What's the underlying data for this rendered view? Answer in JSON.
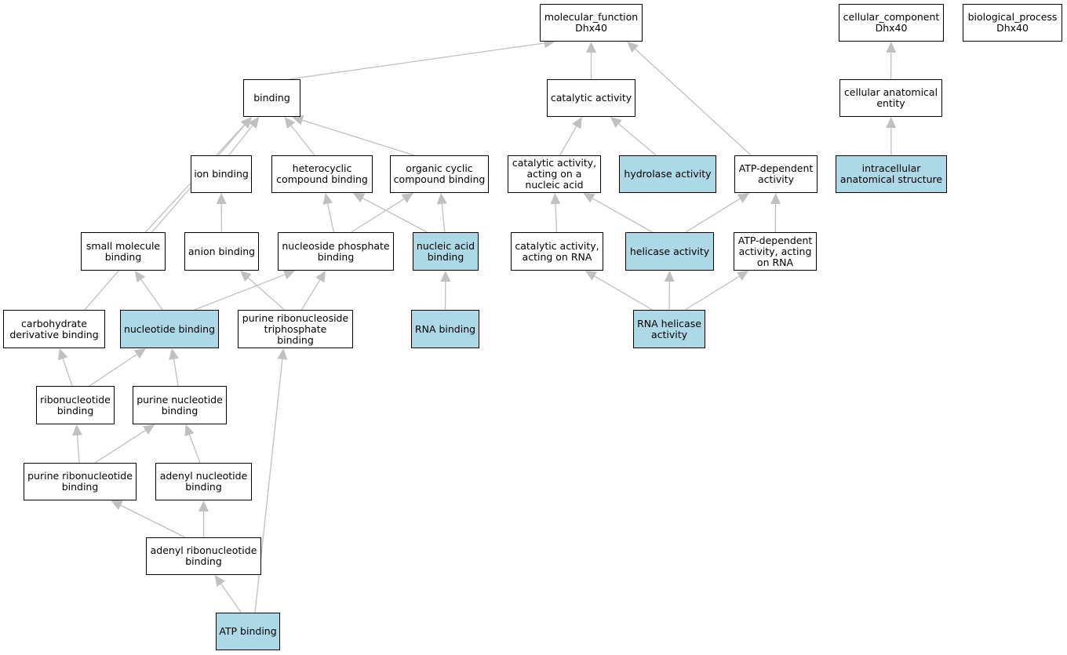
{
  "colors": {
    "highlight": "#add8e6",
    "node": "#ffffff",
    "edge": "#c0c0c0",
    "border": "#000000"
  },
  "nodes": [
    {
      "id": "mf",
      "label": "molecular_function\nDhx40",
      "highlight": false
    },
    {
      "id": "cc",
      "label": "cellular_component\nDhx40",
      "highlight": false
    },
    {
      "id": "bp",
      "label": "biological_process\nDhx40",
      "highlight": false
    },
    {
      "id": "binding",
      "label": "binding",
      "highlight": false
    },
    {
      "id": "catalytic",
      "label": "catalytic activity",
      "highlight": false
    },
    {
      "id": "cae",
      "label": "cellular anatomical\nentity",
      "highlight": false
    },
    {
      "id": "ion",
      "label": "ion binding",
      "highlight": false
    },
    {
      "id": "hetero",
      "label": "heterocyclic\ncompound binding",
      "highlight": false
    },
    {
      "id": "organic",
      "label": "organic cyclic\ncompound binding",
      "highlight": false
    },
    {
      "id": "cat_nucleic",
      "label": "catalytic activity,\nacting on a\nnucleic acid",
      "highlight": false
    },
    {
      "id": "hydrolase",
      "label": "hydrolase activity",
      "highlight": true
    },
    {
      "id": "atpdep",
      "label": "ATP-dependent\nactivity",
      "highlight": false
    },
    {
      "id": "ias",
      "label": "intracellular\nanatomical structure",
      "highlight": true
    },
    {
      "id": "smallmol",
      "label": "small molecule\nbinding",
      "highlight": false
    },
    {
      "id": "anion",
      "label": "anion binding",
      "highlight": false
    },
    {
      "id": "nucphos",
      "label": "nucleoside phosphate\nbinding",
      "highlight": false
    },
    {
      "id": "nucacid",
      "label": "nucleic acid\nbinding",
      "highlight": true
    },
    {
      "id": "cat_rna",
      "label": "catalytic activity,\nacting on RNA",
      "highlight": false
    },
    {
      "id": "helicase",
      "label": "helicase activity",
      "highlight": true
    },
    {
      "id": "atpdep_rna",
      "label": "ATP-dependent\nactivity, acting\non RNA",
      "highlight": false
    },
    {
      "id": "carbo",
      "label": "carbohydrate\nderivative binding",
      "highlight": false
    },
    {
      "id": "nucbind",
      "label": "nucleotide binding",
      "highlight": true
    },
    {
      "id": "prntp",
      "label": "purine ribonucleoside\ntriphosphate\nbinding",
      "highlight": false
    },
    {
      "id": "rnabind",
      "label": "RNA binding",
      "highlight": true
    },
    {
      "id": "rnahel",
      "label": "RNA helicase\nactivity",
      "highlight": true
    },
    {
      "id": "ribonuc",
      "label": "ribonucleotide\nbinding",
      "highlight": false
    },
    {
      "id": "purnuc",
      "label": "purine nucleotide\nbinding",
      "highlight": false
    },
    {
      "id": "purribo",
      "label": "purine ribonucleotide\nbinding",
      "highlight": false
    },
    {
      "id": "adenyl",
      "label": "adenyl nucleotide\nbinding",
      "highlight": false
    },
    {
      "id": "adenylribo",
      "label": "adenyl ribonucleotide\nbinding",
      "highlight": false
    },
    {
      "id": "atp",
      "label": "ATP binding",
      "highlight": true
    }
  ],
  "edges": [
    [
      "binding",
      "mf"
    ],
    [
      "catalytic",
      "mf"
    ],
    [
      "atpdep",
      "mf"
    ],
    [
      "cae",
      "cc"
    ],
    [
      "ias",
      "cae"
    ],
    [
      "ion",
      "binding"
    ],
    [
      "hetero",
      "binding"
    ],
    [
      "organic",
      "binding"
    ],
    [
      "smallmol",
      "binding"
    ],
    [
      "carbo",
      "binding"
    ],
    [
      "cat_nucleic",
      "catalytic"
    ],
    [
      "hydrolase",
      "catalytic"
    ],
    [
      "anion",
      "ion"
    ],
    [
      "nucphos",
      "hetero"
    ],
    [
      "nucphos",
      "organic"
    ],
    [
      "nucacid",
      "hetero"
    ],
    [
      "nucacid",
      "organic"
    ],
    [
      "rnabind",
      "nucacid"
    ],
    [
      "cat_rna",
      "cat_nucleic"
    ],
    [
      "helicase",
      "cat_nucleic"
    ],
    [
      "helicase",
      "atpdep"
    ],
    [
      "atpdep_rna",
      "atpdep"
    ],
    [
      "rnahel",
      "cat_rna"
    ],
    [
      "rnahel",
      "helicase"
    ],
    [
      "rnahel",
      "atpdep_rna"
    ],
    [
      "nucbind",
      "smallmol"
    ],
    [
      "nucbind",
      "nucphos"
    ],
    [
      "prntp",
      "anion"
    ],
    [
      "prntp",
      "nucphos"
    ],
    [
      "ribonuc",
      "carbo"
    ],
    [
      "ribonuc",
      "nucbind"
    ],
    [
      "purnuc",
      "nucbind"
    ],
    [
      "purribo",
      "ribonuc"
    ],
    [
      "purribo",
      "purnuc"
    ],
    [
      "adenyl",
      "purnuc"
    ],
    [
      "adenylribo",
      "purribo"
    ],
    [
      "adenylribo",
      "adenyl"
    ],
    [
      "atp",
      "adenylribo"
    ],
    [
      "atp",
      "prntp"
    ]
  ]
}
